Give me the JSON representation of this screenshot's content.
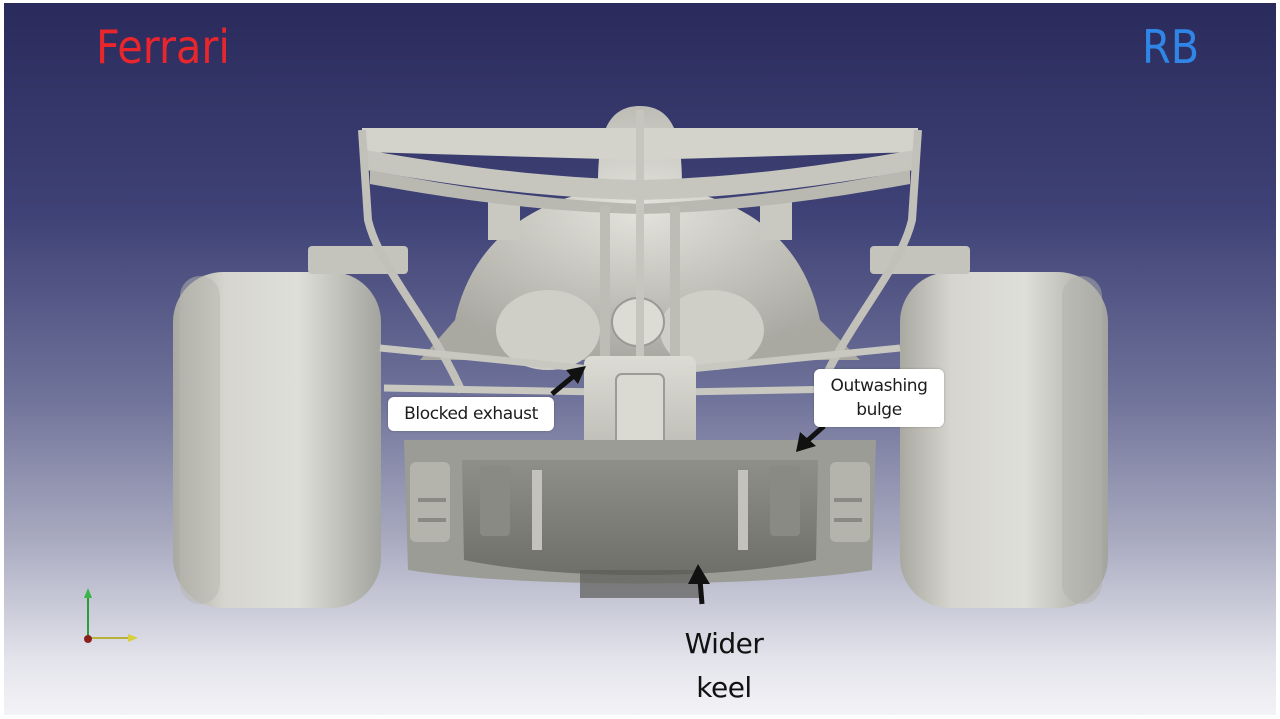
{
  "teams": {
    "left": {
      "label": "Ferrari",
      "color": "#e8262c"
    },
    "right": {
      "label": "RB",
      "color": "#2f86e6"
    }
  },
  "callouts": {
    "blocked_exhaust": "Blocked exhaust",
    "outwashing_line1": "Outwashing",
    "outwashing_line2": "bulge",
    "keel_line1": "Wider",
    "keel_line2": "keel"
  },
  "colors": {
    "car_body": "#cfcfc8",
    "car_shadow": "#8c8c86",
    "arrow": "#111111"
  },
  "icons": [
    "axis-triad-icon"
  ]
}
